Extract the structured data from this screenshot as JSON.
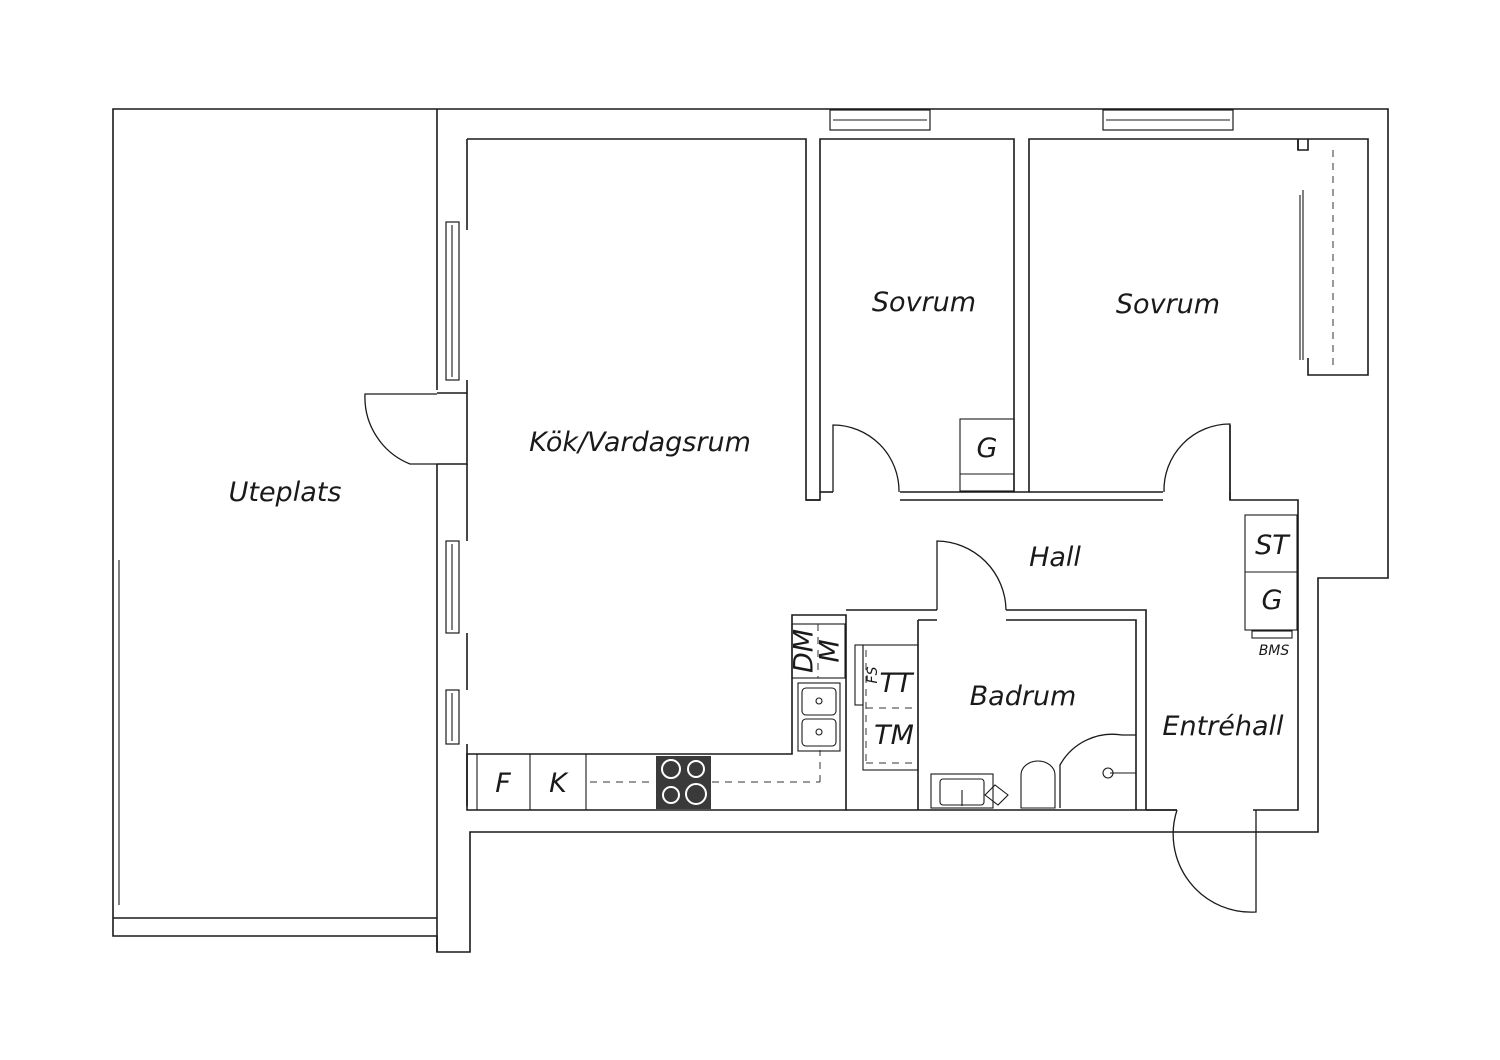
{
  "rooms": {
    "uteplats": "Uteplats",
    "kok_vardagsrum": "Kök/Vardagsrum",
    "sovrum_1": "Sovrum",
    "sovrum_2": "Sovrum",
    "hall": "Hall",
    "badrum": "Badrum",
    "entrehall": "Entréhall"
  },
  "fixtures": {
    "fridge": "F",
    "freezer": "K",
    "dishwasher": "DM",
    "microwave": "M",
    "dryer": "TT",
    "washer": "TM",
    "fs": "FS",
    "wardrobe_bedroom": "G",
    "storage": "ST",
    "wardrobe_entrance": "G",
    "bms": "BMS"
  },
  "colors": {
    "line": "#1a1a1a",
    "background": "#ffffff",
    "stove": "#3a3a3a"
  }
}
